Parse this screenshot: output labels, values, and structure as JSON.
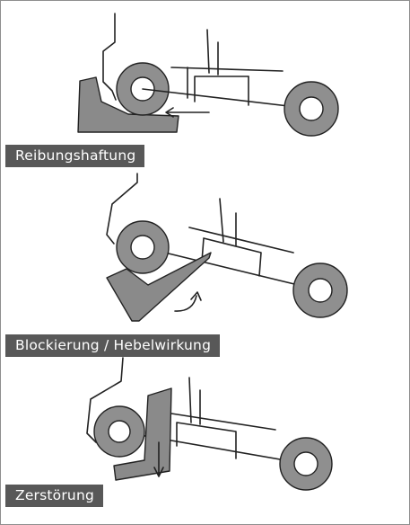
{
  "colors": {
    "label_bg": "#585858",
    "blade": "#8a8a8a",
    "tire": "#8f8f8f",
    "line": "#222222"
  },
  "panels": [
    {
      "label": "Reibungshaftung"
    },
    {
      "label": "Blockierung / Hebelwirkung"
    },
    {
      "label": "Zerstörung"
    }
  ]
}
